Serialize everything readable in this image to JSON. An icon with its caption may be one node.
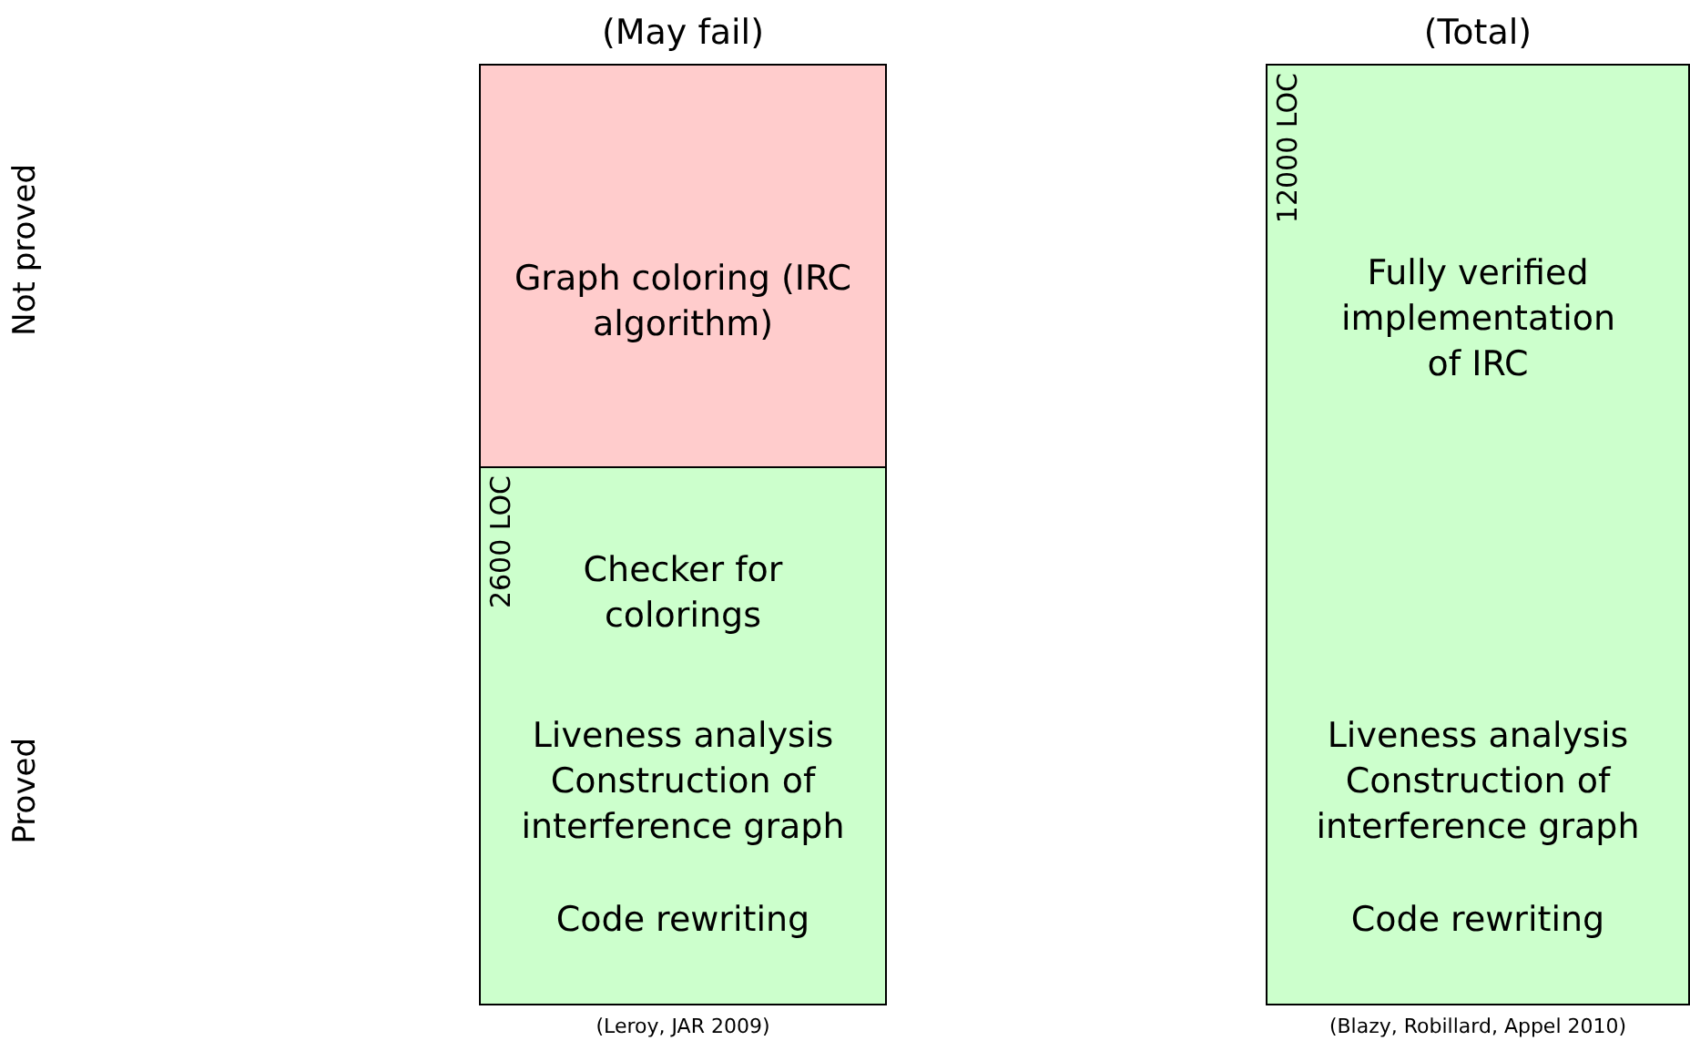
{
  "diagram": {
    "nodes": [
      {
        "text": [
          "(May fail)",
          "Graph coloring (IRC algorithm)"
        ]
      },
      {
        "text": [
          "2600 LOC",
          "Checker for colorings",
          "Liveness analysis",
          "Construction of interference graph",
          "Code rewriting"
        ],
        "beside": [
          "(Leroy, JAR 2009)"
        ]
      },
      {
        "text": [
          "(Total)",
          "12000 LOC",
          "Fully verified implementation of IRC",
          "Liveness analysis",
          "Construction of interference graph",
          "Code rewriting"
        ],
        "beside": [
          "(Blazy, Robillard, Appel 2010)"
        ]
      }
    ],
    "labels": [
      "Not proved",
      "Proved"
    ]
  }
}
